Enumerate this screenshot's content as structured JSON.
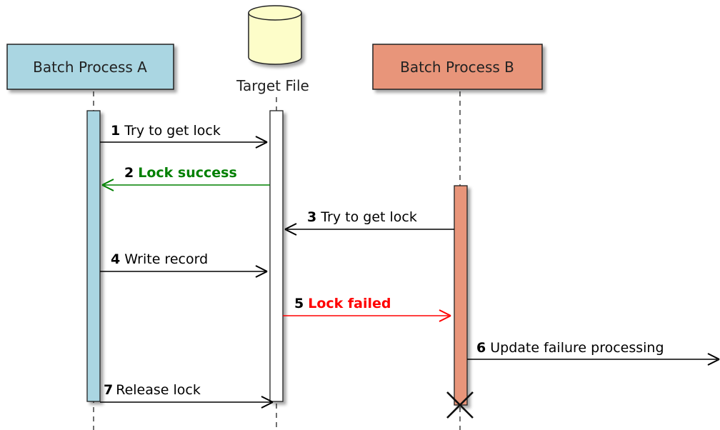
{
  "participants": [
    {
      "id": "a",
      "label": "Batch Process A",
      "color": "#aad6e2"
    },
    {
      "id": "file",
      "label": "Target File",
      "shape": "database",
      "color": "#fdfdc9"
    },
    {
      "id": "b",
      "label": "Batch Process B",
      "color": "#e8957a"
    }
  ],
  "messages": [
    {
      "num": "1",
      "text": "Try to get lock",
      "from": "a",
      "to": "file",
      "color": "#000000",
      "bold": false
    },
    {
      "num": "2",
      "text": "Lock success",
      "from": "file",
      "to": "a",
      "color": "#008000",
      "bold": true
    },
    {
      "num": "3",
      "text": "Try to get lock",
      "from": "b",
      "to": "file",
      "color": "#000000",
      "bold": false
    },
    {
      "num": "4",
      "text": "Write record",
      "from": "a",
      "to": "file",
      "color": "#000000",
      "bold": false
    },
    {
      "num": "5",
      "text": "Lock failed",
      "from": "file",
      "to": "b",
      "color": "#ff0000",
      "bold": true
    },
    {
      "num": "6",
      "text": "Update failure processing",
      "from": "b",
      "to": "right-edge",
      "color": "#000000",
      "bold": false
    },
    {
      "num": "7",
      "text": "Release lock",
      "from": "a",
      "to": "file",
      "color": "#000000",
      "bold": false
    }
  ],
  "colors": {
    "lifeline": "#333333",
    "activation_file": "#ffffff",
    "shadow": "#9a9a9a"
  },
  "icons": {
    "destroy": "x-mark-icon",
    "database": "cylinder-icon"
  }
}
